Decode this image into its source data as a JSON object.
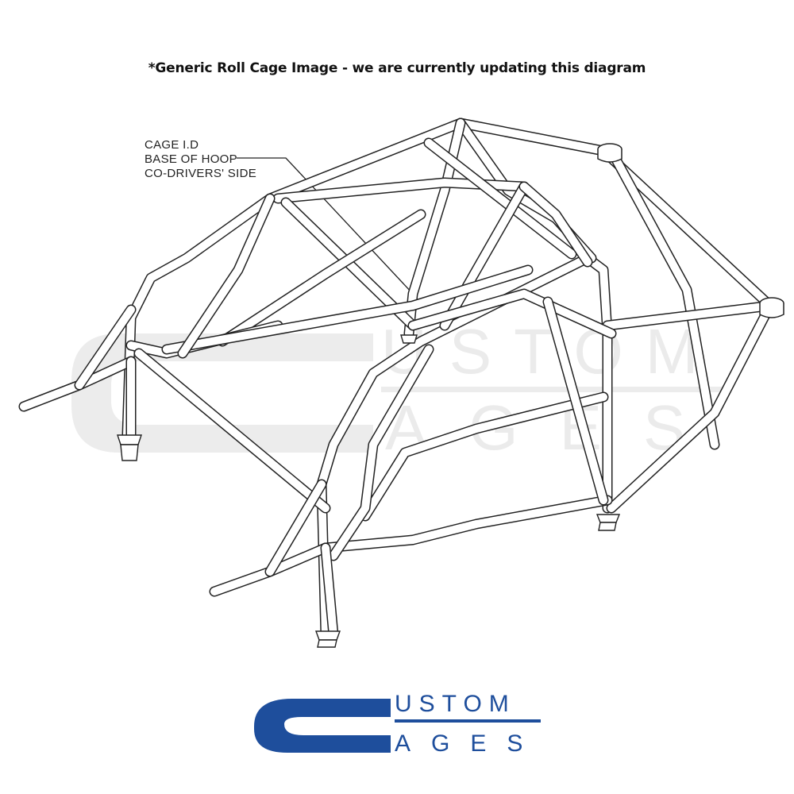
{
  "title": "*Generic Roll Cage Image - we are currently updating this diagram",
  "callout": {
    "line1": "CAGE I.D",
    "line2": "BASE OF HOOP",
    "line3": "CO-DRIVERS' SIDE"
  },
  "watermark": {
    "word1": "USTOM",
    "word2": "AGES",
    "color": "#ebebeb"
  },
  "logo": {
    "letter": "C",
    "word1": "USTOM",
    "word2": "AGES",
    "color": "#1e4e9c"
  }
}
